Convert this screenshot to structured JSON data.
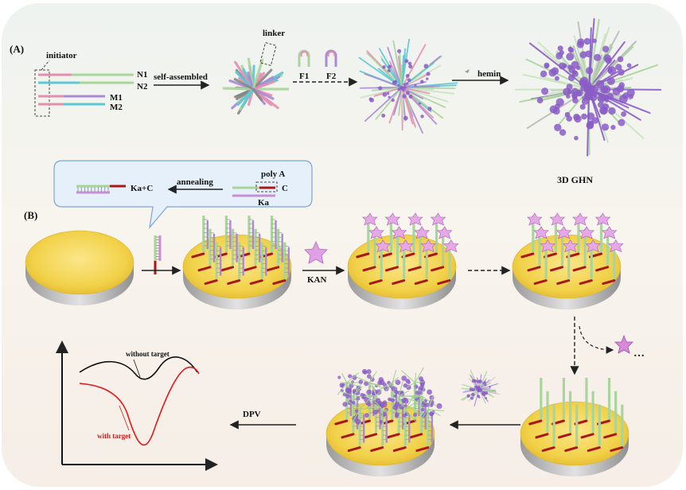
{
  "panel_a": {
    "label": "(A)",
    "initiator": "initiator",
    "strands": [
      "N1",
      "N2",
      "M1",
      "M2"
    ],
    "self_assembled": "self-assembled",
    "linker": "linker",
    "f1": "F1",
    "f2": "F2",
    "hemin": "hemin",
    "ghn": "3D GHN"
  },
  "panel_b": {
    "label": "(B)",
    "ka_c": "Ka+C",
    "annealing": "annealing",
    "poly_a": "poly A",
    "c": "C",
    "ka": "Ka",
    "kan": "KAN",
    "dpv": "DPV",
    "ellipsis": "…",
    "without_target": "without target",
    "with_target": "with target"
  },
  "colors": {
    "gold": "#f2d24a",
    "green": "#a9d59c",
    "pink": "#e58fb0",
    "purple": "#a98ad6",
    "cyan": "#5cc7d6",
    "dark_red": "#a81818",
    "violet": "#8a5cc8",
    "callout": "#e6f0fb"
  }
}
